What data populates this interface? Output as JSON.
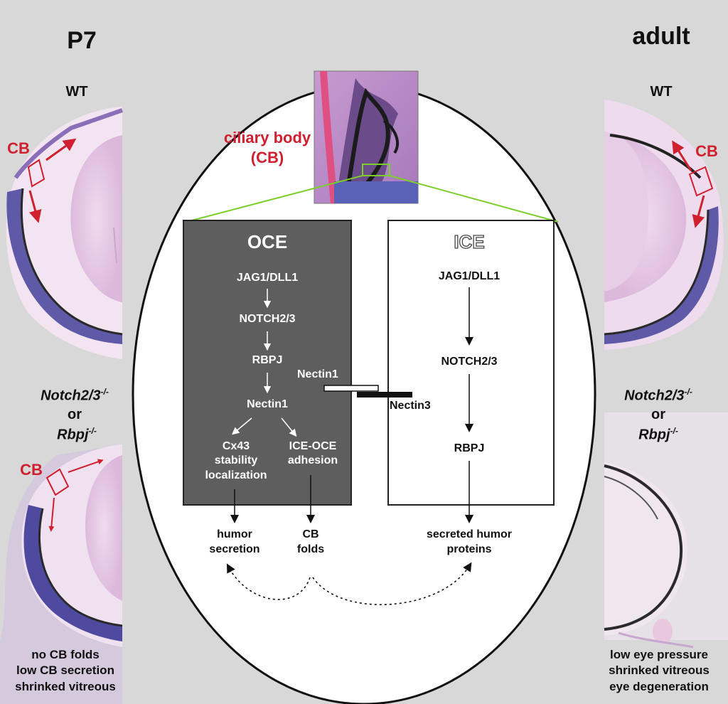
{
  "colors": {
    "background": "#d8d8d8",
    "cb_red": "#d0202f",
    "oce_fill": "#5e5e5e",
    "green_line": "#7ccf2a"
  },
  "left": {
    "stage": "P7",
    "wt_label": "WT",
    "cb_label": "CB",
    "mutant_label_1": "Notch2/3",
    "mutant_sup_1": "-/-",
    "or_label": "or",
    "mutant_label_2": "Rbpj",
    "mutant_sup_2": "-/-",
    "cb_label_mutant": "CB",
    "phenotype": [
      "no CB folds",
      "low CB secretion",
      "shrinked vitreous"
    ]
  },
  "right": {
    "stage": "adult",
    "wt_label": "WT",
    "cb_label": "CB",
    "mutant_label_1": "Notch2/3",
    "mutant_sup_1": "-/-",
    "or_label": "or",
    "mutant_label_2": "Rbpj",
    "mutant_sup_2": "-/-",
    "phenotype": [
      "low eye pressure",
      "shrinked vitreous",
      "eye degeneration"
    ]
  },
  "center": {
    "ciliary_body": "ciliary body",
    "ciliary_body_abbr": "(CB)",
    "oce": {
      "title": "OCE",
      "nodes": [
        "JAG1/DLL1",
        "NOTCH2/3",
        "RBPJ",
        "Nectin1"
      ],
      "branch_left": [
        "Cx43",
        "stability",
        "localization"
      ],
      "branch_right": [
        "ICE-OCE",
        "adhesion"
      ]
    },
    "ice": {
      "title": "ICE",
      "nodes": [
        "JAG1/DLL1",
        "NOTCH2/3",
        "RBPJ"
      ]
    },
    "nectin1_label": "Nectin1",
    "nectin3_label": "Nectin3",
    "outcomes": {
      "humor_secretion": [
        "humor",
        "secretion"
      ],
      "cb_folds": [
        "CB",
        "folds"
      ],
      "secreted_proteins": [
        "secreted humor",
        "proteins"
      ]
    }
  }
}
